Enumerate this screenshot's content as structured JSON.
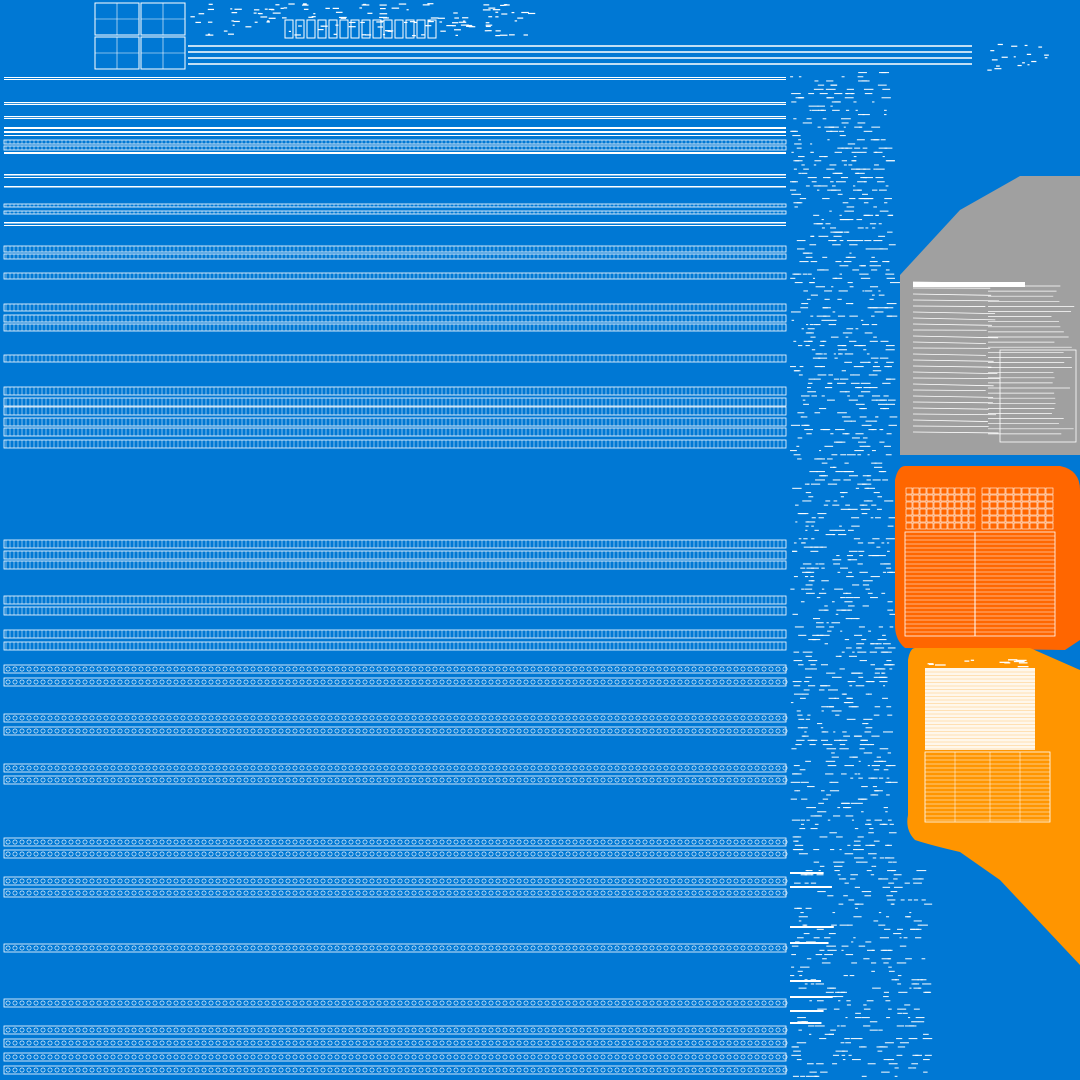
{
  "colors": {
    "background": "#0078D4",
    "line": "#FFFFFF",
    "island_gray": "#A0A0A0",
    "island_red_orange": "#FF6600",
    "island_orange": "#FF9500"
  },
  "regions": {
    "header": "thumbnail-grid-and-scribbles",
    "main": "horizontal-strip-bands",
    "column": "scattered-dash-column",
    "islands": [
      "gray-island",
      "red-orange-island",
      "orange-island"
    ]
  }
}
